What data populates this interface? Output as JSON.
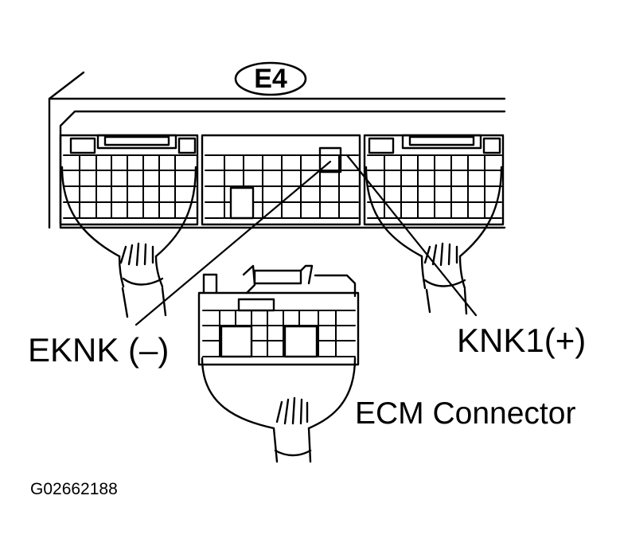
{
  "labels": {
    "connector_id": "E4",
    "eknk": "EKNK (–)",
    "knk1": "KNK1(+)",
    "ecm_connector": "ECM Connector",
    "figure_code": "G02662188"
  },
  "colors": {
    "ink": "#000000",
    "paper": "#ffffff"
  }
}
